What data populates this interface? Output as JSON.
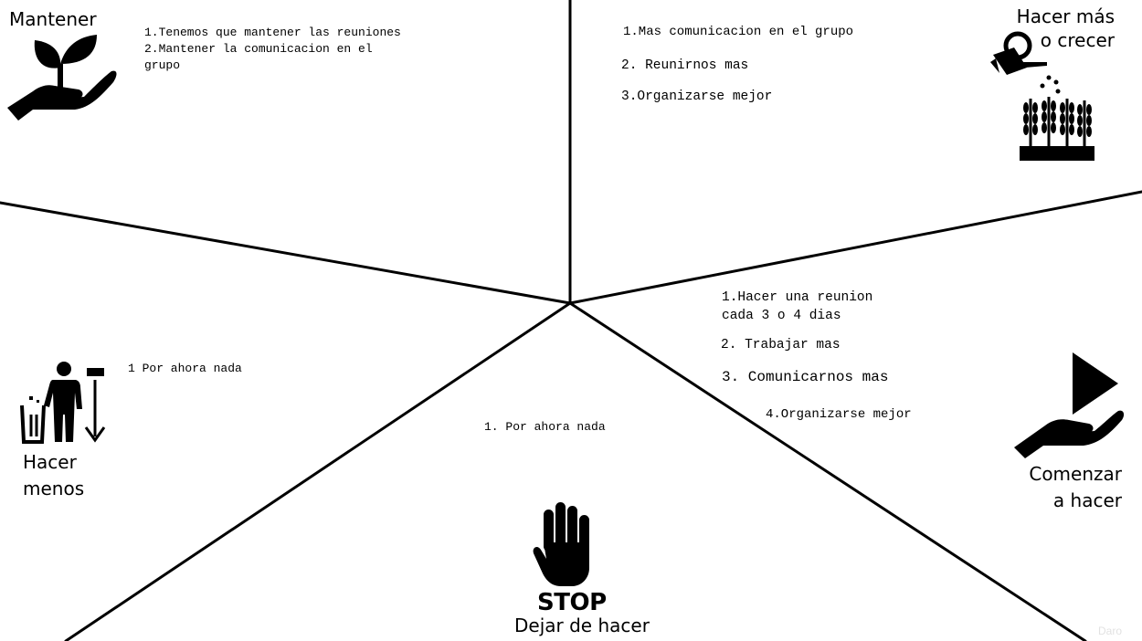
{
  "sections": {
    "mantener": {
      "title": "Mantener",
      "items": [
        "1.Tenemos que mantener las reuniones",
        "2.Mantener la comunicacion en el",
        "grupo"
      ]
    },
    "hacer_mas": {
      "title_line1": "Hacer más",
      "title_line2": "o crecer",
      "items": [
        "1.Mas comunicacion en el grupo",
        "2. Reunirnos mas",
        "3.Organizarse mejor"
      ]
    },
    "hacer_menos": {
      "title_line1": "Hacer",
      "title_line2": "menos",
      "items": [
        "1 Por ahora nada"
      ]
    },
    "dejar_de_hacer": {
      "title": "Dejar de hacer",
      "stop_label": "STOP",
      "items": [
        "1. Por ahora nada"
      ]
    },
    "comenzar": {
      "title_line1": "Comenzar",
      "title_line2": "a hacer",
      "items": [
        "1.Hacer una reunion",
        "cada 3 o 4 dias",
        "2. Trabajar mas",
        "3. Comunicarnos mas",
        "4.Organizarse mejor"
      ]
    }
  },
  "watermark": "Daro",
  "icons": {
    "mantener": "plant-in-hand-icon",
    "hacer_mas": "watering-can-crops-icon",
    "hacer_menos": "person-trash-arrow-icon",
    "dejar_de_hacer": "stop-hand-icon",
    "comenzar": "play-in-hand-icon"
  },
  "colors": {
    "lines": "#000000",
    "background": "#ffffff"
  }
}
